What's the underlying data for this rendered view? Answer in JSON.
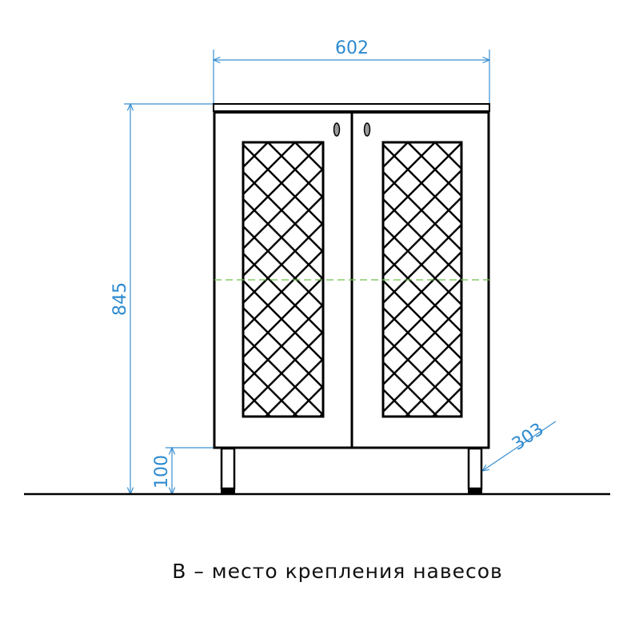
{
  "dimensions": {
    "width": "602",
    "height": "845",
    "leg_height": "100",
    "depth": "303"
  },
  "caption": "В – место крепления навесов",
  "colors": {
    "dimension": "#3a8fd0",
    "mount_line": "#6cc04a",
    "outline": "#000000"
  }
}
